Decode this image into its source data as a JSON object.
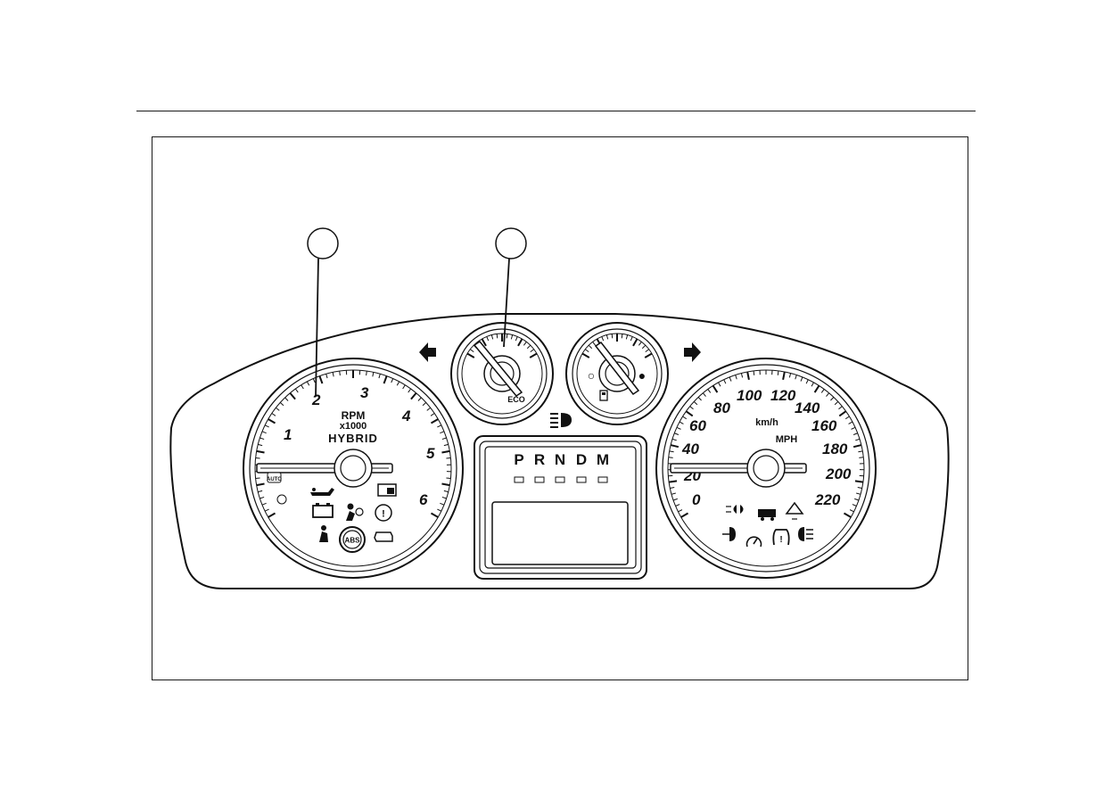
{
  "figure": {
    "callouts": [
      {
        "label": ""
      },
      {
        "label": ""
      }
    ]
  },
  "tachometer": {
    "numbers": [
      "1",
      "2",
      "3",
      "4",
      "5",
      "6"
    ],
    "unit_line1": "RPM",
    "unit_line2": "x1000",
    "brand": "HYBRID",
    "auto_label": "AUTO"
  },
  "eco_gauge": {
    "label": "ECO"
  },
  "fuel_gauge": {
    "empty_mark": "○",
    "full_mark": "●"
  },
  "gear_indicator": {
    "gears": [
      "P",
      "R",
      "N",
      "D",
      "M"
    ]
  },
  "speedometer": {
    "mph_numbers": [
      "0",
      "20",
      "40",
      "60",
      "80",
      "100",
      "120",
      "140",
      "160",
      "180",
      "200",
      "220"
    ],
    "unit_kmh": "km/h",
    "unit_mph": "MPH"
  },
  "warning_lamps": {
    "tach": [
      "oil-can-icon",
      "door-lock-icon",
      "battery-icon",
      "airbag-icon",
      "brake-warning-icon",
      "seatbelt-icon",
      "abs-icon",
      "check-engine-icon"
    ],
    "speedo": [
      "parking-lights-icon",
      "trailer-icon",
      "traction-off-icon",
      "rear-fog-icon",
      "cruise-icon",
      "tire-pressure-icon",
      "front-fog-icon"
    ]
  }
}
